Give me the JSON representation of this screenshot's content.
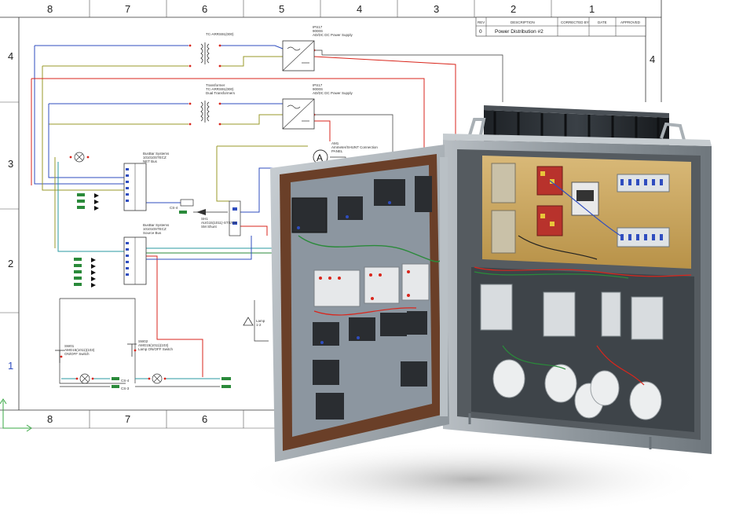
{
  "schematic": {
    "zones_top": [
      "8",
      "7",
      "6",
      "5",
      "4",
      "3",
      "2",
      "1"
    ],
    "zones_bottom": [
      "8",
      "7",
      "6"
    ],
    "rows_left": [
      "4",
      "3",
      "2",
      "1"
    ],
    "rows_right": [
      "4"
    ],
    "revision_table": {
      "headers": [
        "REV",
        "DESCRIPTION",
        "CORRECTED BY",
        "DATE",
        "APPROVED"
      ],
      "row": {
        "rev": "0",
        "description": "Power Distribution  #2"
      }
    },
    "labels": {
      "transformer1": "TC-ARRS91(000)",
      "supply1_a": "IPS17",
      "supply1_b": "9000S",
      "supply1_c": "AD/DC DC Power Supply",
      "supply2_a": "IPS17",
      "supply2_b": "9000S",
      "supply2_c": "AD/DC DC Power Supply",
      "transformer2_a": "Transformer",
      "transformer2_b": "TC-ARRS91(000)",
      "transformer2_c": "Dual Transformers",
      "ammeter_a": "AM1",
      "ammeter_b": "Ammeter/SHUNT Connection",
      "ammeter_c": "PANEL",
      "terminal1_a": "BusBar Systems",
      "terminal1_b": "101010STECZ",
      "terminal1_c": "NET Bus",
      "terminal2_a": "BusBar Systems",
      "terminal2_b": "101010STECZ",
      "terminal2_c": "Source Bus",
      "shunt_a": "SH1",
      "shunt_b": "AUG15(1011)-STS/CS",
      "shunt_c": "SM Shunt",
      "switch1_a": "SW01",
      "switch1_b": "AMG15(1011)(103)",
      "switch1_c": "ON/OFF Switch",
      "switch2_a": "SW02",
      "switch2_b": "AMG15(1011)(103)",
      "switch2_c": "Lamp ON/OFF Switch",
      "lamp_a": "Lamp",
      "lamp_b": "1-2",
      "coord_a": "CS-4",
      "coord_b": "CS-4",
      "coord_c": "CS-3"
    }
  },
  "colors": {
    "red": "#d9261c",
    "blue": "#2f4dbf",
    "olive": "#9a9a2a",
    "green": "#2a8a3a",
    "teal": "#2a9aa0",
    "cabinet_gray": "#9aa2a8",
    "backplate": "#c7a45c",
    "door_frame": "#6a3f28"
  },
  "icons": [
    "axis-gizmo-icon"
  ]
}
